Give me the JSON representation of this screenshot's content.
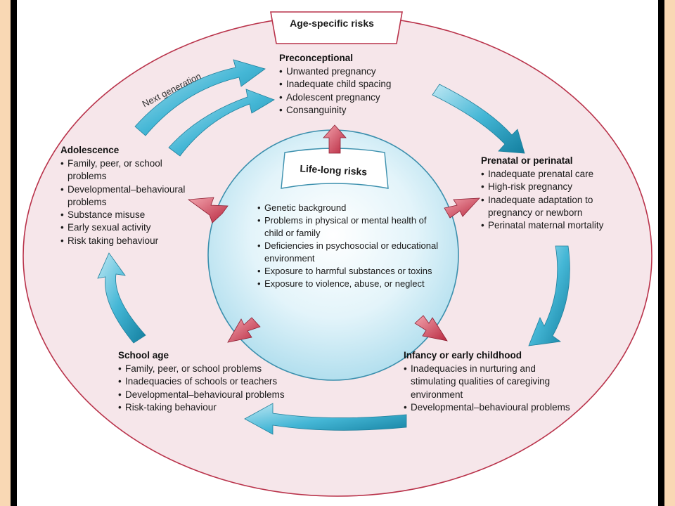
{
  "labels": {
    "outer_title": "Age-specific risks",
    "inner_title": "Life-long risks",
    "next_generation": "Next generation"
  },
  "stages": {
    "preconceptional": {
      "title": "Preconceptional",
      "items": [
        "Unwanted pregnancy",
        "Inadequate child spacing",
        "Adolescent pregnancy",
        "Consanguinity"
      ]
    },
    "prenatal": {
      "title": "Prenatal or perinatal",
      "items": [
        "Inadequate prenatal care",
        "High-risk pregnancy",
        "Inadequate adaptation to pregnancy or newborn",
        "Perinatal maternal mortality"
      ]
    },
    "infancy": {
      "title": "Infancy or early childhood",
      "items": [
        "Inadequacies in nurturing and stimulating qualities of caregiving environment",
        "Developmental–behavioural problems"
      ]
    },
    "school": {
      "title": "School age",
      "items": [
        "Family, peer, or school problems",
        "Inadequacies of schools or teachers",
        "Developmental–behavioural problems",
        "Risk-taking behaviour"
      ]
    },
    "adolescence": {
      "title": "Adolescence",
      "items": [
        "Family, peer, or school problems",
        "Developmental–behavioural problems",
        "Substance misuse",
        "Early sexual activity",
        "Risk taking behaviour"
      ]
    }
  },
  "lifelong": {
    "items": [
      "Genetic background",
      "Problems in physical or mental health of child or family",
      "Deficiencies in psychosocial or educational environment",
      "Exposure to harmful substances or toxins",
      "Exposure to violence, abuse, or neglect"
    ]
  },
  "colors": {
    "outer_fill": "#f6e6ea",
    "outer_stroke": "#b9324a",
    "cycle_arrow": "#2aa5c6",
    "risk_arrow": "#c0334a",
    "inner_circle": "#bfe6f3"
  }
}
